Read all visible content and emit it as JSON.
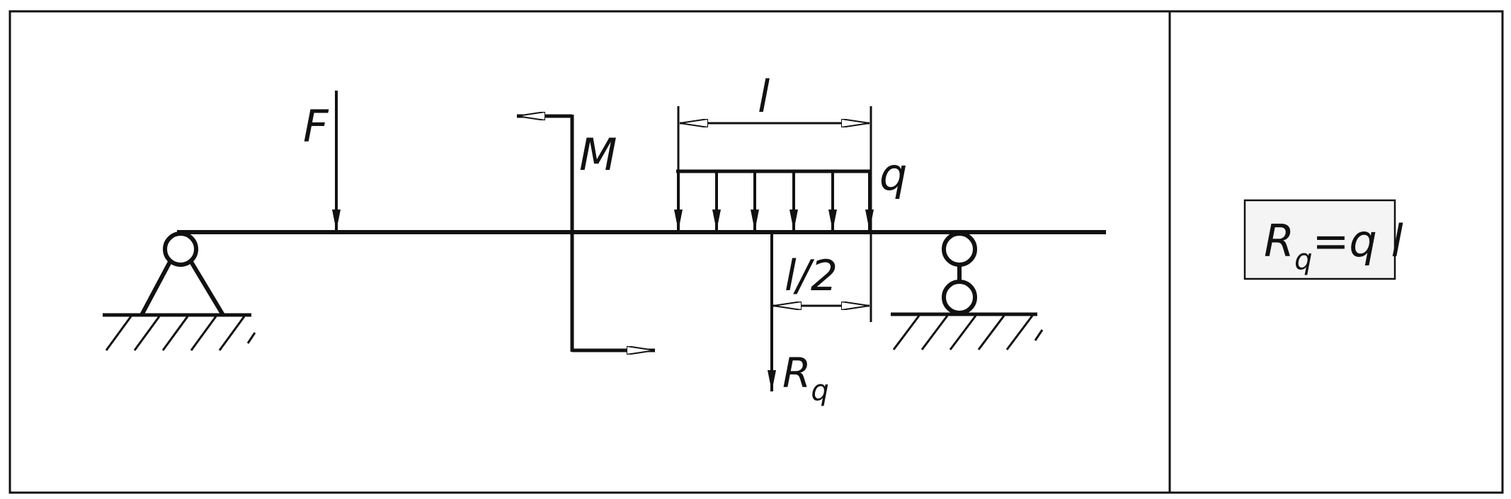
{
  "labels": {
    "force": "F",
    "moment": "M",
    "length": "l",
    "distributed_load": "q",
    "half_length": "l/2",
    "resultant": "R",
    "resultant_sub": "q"
  },
  "formula": {
    "lhs": "R",
    "lhs_sub": "q",
    "rhs": "=q l"
  },
  "colors": {
    "line": "#111111",
    "background": "#ffffff",
    "formula_box_fill": "#f4f4f4"
  }
}
